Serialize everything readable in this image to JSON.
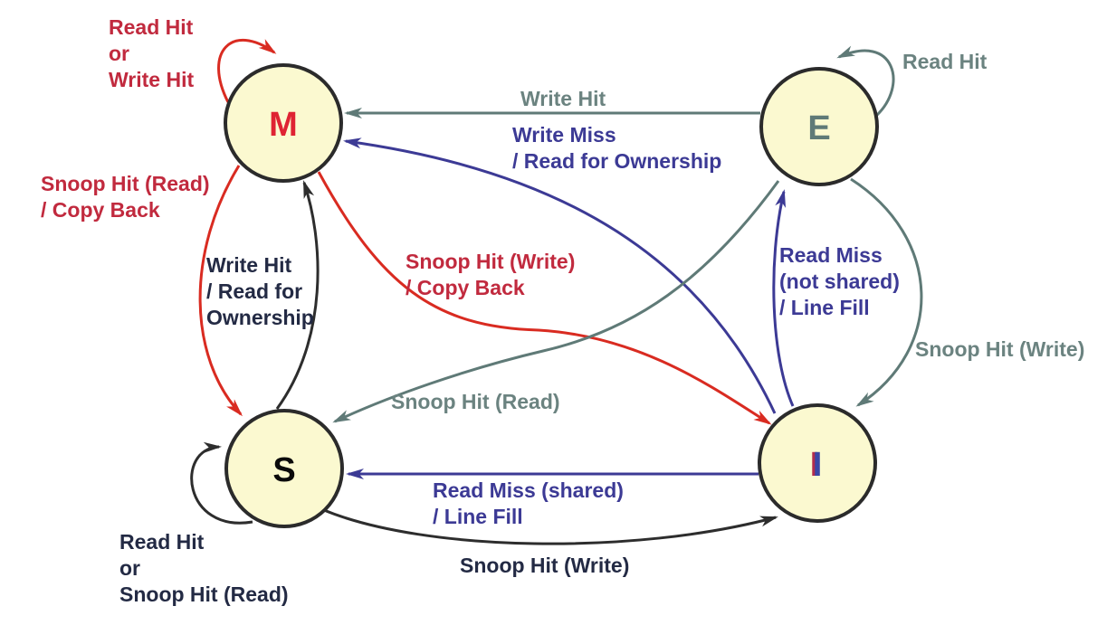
{
  "diagram_type": "state-machine",
  "nodes": {
    "M": {
      "label": "M"
    },
    "E": {
      "label": "E"
    },
    "S": {
      "label": "S"
    },
    "I": {
      "label": "I"
    }
  },
  "edges": {
    "m_self": {
      "from": "M",
      "to": "M",
      "label": "Read Hit\nor\nWrite Hit"
    },
    "e_self": {
      "from": "E",
      "to": "E",
      "label": "Read Hit"
    },
    "e_to_m": {
      "from": "E",
      "to": "M",
      "label": "Write Hit"
    },
    "i_to_m": {
      "from": "I",
      "to": "M",
      "label": "Write Miss\n/ Read for Ownership"
    },
    "m_to_s": {
      "from": "M",
      "to": "S",
      "label": "Snoop Hit (Read)\n/ Copy Back"
    },
    "s_to_m": {
      "from": "S",
      "to": "M",
      "label": "Write Hit\n/ Read for\nOwnership"
    },
    "m_to_i": {
      "from": "M",
      "to": "I",
      "label": "Snoop Hit (Write)\n/ Copy Back"
    },
    "i_to_e": {
      "from": "I",
      "to": "E",
      "label": "Read Miss\n(not shared)\n/ Line Fill"
    },
    "e_to_i": {
      "from": "E",
      "to": "I",
      "label": "Snoop Hit (Write)"
    },
    "e_to_s": {
      "from": "E",
      "to": "S",
      "label": "Snoop Hit (Read)"
    },
    "i_to_s": {
      "from": "I",
      "to": "S",
      "label": "Read Miss (shared)\n/ Line Fill"
    },
    "s_to_i": {
      "from": "S",
      "to": "I",
      "label": "Snoop Hit (Write)"
    },
    "s_self": {
      "from": "S",
      "to": "S",
      "label": "Read Hit\nor\nSnoop Hit (Read)"
    }
  },
  "colors": {
    "arrow_red": "#D92B21",
    "crimson": "#C12A3E",
    "gray_line": "#5F7A77",
    "gray_text": "#6B8380",
    "purple": "#3C3A95",
    "dark_text": "#232A44",
    "black_line": "#2D2D2D",
    "node_fill": "#FBF9D0",
    "node_border": "#2B2B2B",
    "node_m": "#DF2333",
    "node_e": "#5F7A77",
    "node_s": "#0B0B0B",
    "node_i": "#3A46A5",
    "node_i_shadow": "#B22C4C",
    "background": "#FFFFFF"
  }
}
